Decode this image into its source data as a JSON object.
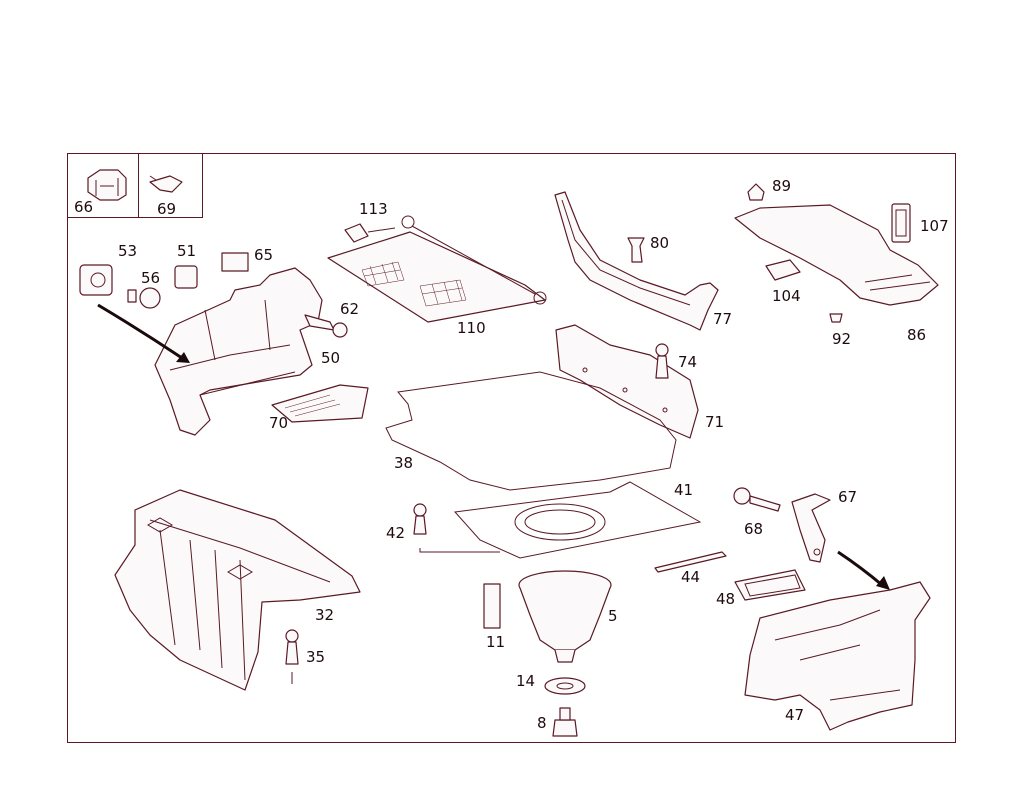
{
  "diagram": {
    "labels": {
      "l66": "66",
      "l69": "69",
      "l53": "53",
      "l51": "51",
      "l65": "65",
      "l56": "56",
      "l113": "113",
      "l110": "110",
      "l62": "62",
      "l50": "50",
      "l70": "70",
      "l80": "80",
      "l77": "77",
      "l89": "89",
      "l107": "107",
      "l104": "104",
      "l92": "92",
      "l86": "86",
      "l74": "74",
      "l71": "71",
      "l38": "38",
      "l41": "41",
      "l42": "42",
      "l67": "67",
      "l68": "68",
      "l32": "32",
      "l35": "35",
      "l44": "44",
      "l48": "48",
      "l11": "11",
      "l5": "5",
      "l14": "14",
      "l8": "8",
      "l47": "47"
    },
    "colors": {
      "line": "#5a1a24",
      "text": "#1f0b0e",
      "arrow": "#1a0a0c"
    }
  }
}
